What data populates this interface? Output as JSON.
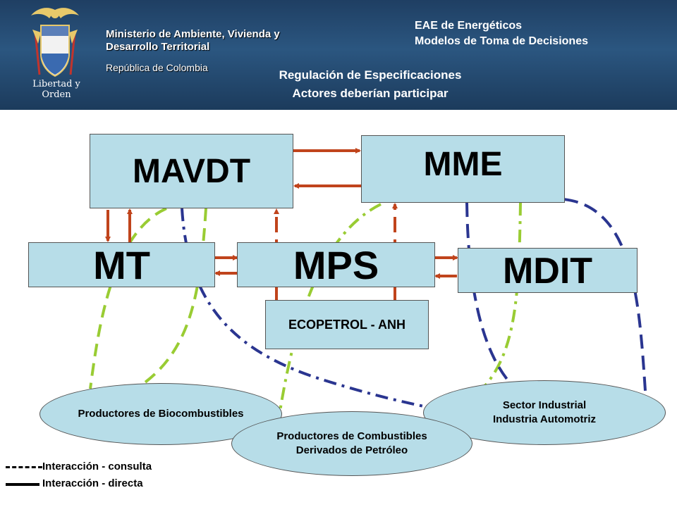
{
  "header": {
    "motto": "Libertad y Orden",
    "ministry_line1": "Ministerio de Ambiente, Vivienda y",
    "ministry_line2": "Desarrollo Territorial",
    "republic": "República de Colombia",
    "eae_line1": "EAE de Energéticos",
    "eae_line2": "Modelos de Toma de Decisiones",
    "title_line1": "Regulación de Especificaciones",
    "title_line2": "Actores deberían participar"
  },
  "nodes": {
    "mavdt": "MAVDT",
    "mme": "MME",
    "mt": "MT",
    "mps": "MPS",
    "mdit": "MDIT",
    "ecopetrol": "ECOPETROL - ANH",
    "biocombustibles": "Productores de Biocombustibles",
    "combustibles_line1": "Productores de Combustibles",
    "combustibles_line2": "Derivados de Petróleo",
    "industrial_line1": "Sector Industrial",
    "industrial_line2": "Industria Automotriz"
  },
  "legend": {
    "consulta": "Interacción - consulta",
    "directa": "Interacción - directa"
  },
  "colors": {
    "header": "#2b5680",
    "node_fill": "#b7dde8",
    "arrow": "#c0441c",
    "green_dash": "#99cc33",
    "blue_dash": "#2a3590"
  }
}
